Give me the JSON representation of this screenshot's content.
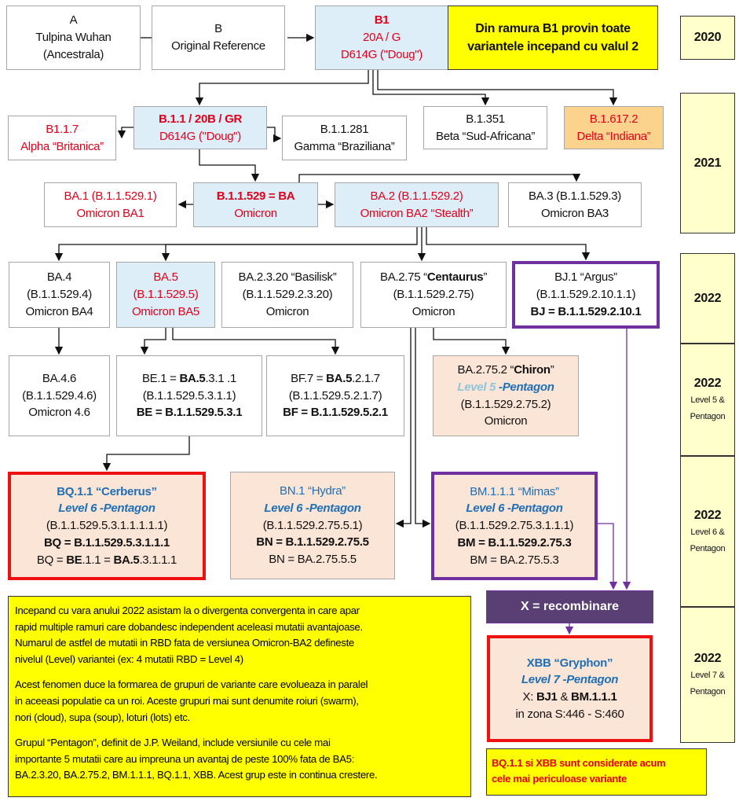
{
  "boxes": {
    "a": {
      "lines": [
        [
          {
            "t": "A",
            "s": ""
          }
        ],
        [
          {
            "t": "Tulpina Wuhan",
            "s": ""
          }
        ],
        [
          {
            "t": "(Ancestrala)",
            "s": ""
          }
        ]
      ]
    },
    "b": {
      "lines": [
        [
          {
            "t": "B",
            "s": ""
          }
        ],
        [
          {
            "t": "Original Reference",
            "s": ""
          }
        ]
      ]
    },
    "b1": {
      "lines": [
        [
          {
            "t": "B1",
            "s": "rb"
          }
        ],
        [
          {
            "t": "20A / G",
            "s": "r"
          }
        ],
        [
          {
            "t": "D614G (\"Doug\")",
            "s": "r"
          }
        ]
      ]
    },
    "b1note": {
      "lines": [
        [
          {
            "t": "Din ramura B1 provin toate",
            "s": "b"
          }
        ],
        [
          {
            "t": "variantele incepand cu valul 2",
            "s": "b"
          }
        ]
      ]
    },
    "b117": {
      "lines": [
        [
          {
            "t": "B1.1.7",
            "s": "r"
          }
        ],
        [
          {
            "t": "Alpha “Britanica”",
            "s": "r"
          }
        ]
      ]
    },
    "b11": {
      "lines": [
        [
          {
            "t": "B.1.1 / 20B / GR",
            "s": "rb"
          }
        ],
        [
          {
            "t": "D614G (\"Doug\")",
            "s": "r"
          }
        ]
      ]
    },
    "b11281": {
      "lines": [
        [
          {
            "t": "B.1.1.281",
            "s": ""
          }
        ],
        [
          {
            "t": "Gamma “Braziliana”",
            "s": ""
          }
        ]
      ]
    },
    "b1351": {
      "lines": [
        [
          {
            "t": "B.1.351",
            "s": ""
          }
        ],
        [
          {
            "t": "Beta “Sud-Africana”",
            "s": ""
          }
        ]
      ]
    },
    "b16172": {
      "lines": [
        [
          {
            "t": "B.1.617.2",
            "s": "r"
          }
        ],
        [
          {
            "t": "Delta “Indiana”",
            "s": "r"
          }
        ]
      ]
    },
    "ba1": {
      "lines": [
        [
          {
            "t": "BA.1 (B.1.1.529.1)",
            "s": "r"
          }
        ],
        [
          {
            "t": "Omicron BA1",
            "s": "r"
          }
        ]
      ]
    },
    "b11529": {
      "lines": [
        [
          {
            "t": "B.1.1.529 = BA",
            "s": "rb"
          }
        ],
        [
          {
            "t": "Omicron",
            "s": "r"
          }
        ]
      ]
    },
    "ba2": {
      "lines": [
        [
          {
            "t": "BA.2 (B.1.1.529.2)",
            "s": "r"
          }
        ],
        [
          {
            "t": "Omicron BA2 “Stealth”",
            "s": "r"
          }
        ]
      ]
    },
    "ba3": {
      "lines": [
        [
          {
            "t": "BA.3 (B.1.1.529.3)",
            "s": ""
          }
        ],
        [
          {
            "t": "Omicron BA3",
            "s": ""
          }
        ]
      ]
    },
    "ba4": {
      "lines": [
        [
          {
            "t": "BA.4",
            "s": ""
          }
        ],
        [
          {
            "t": "(B.1.1.529.4)",
            "s": ""
          }
        ],
        [
          {
            "t": "Omicron BA4",
            "s": ""
          }
        ]
      ]
    },
    "ba5": {
      "lines": [
        [
          {
            "t": "BA.5",
            "s": "r"
          }
        ],
        [
          {
            "t": "(B.1.1.529.5)",
            "s": "r"
          }
        ],
        [
          {
            "t": "Omicron BA5",
            "s": "r"
          }
        ]
      ]
    },
    "ba2320": {
      "lines": [
        [
          {
            "t": "BA.2.3.20 “Basilisk”",
            "s": ""
          }
        ],
        [
          {
            "t": "(B.1.1.529.2.3.20)",
            "s": ""
          }
        ],
        [
          {
            "t": "Omicron",
            "s": ""
          }
        ]
      ]
    },
    "ba275": {
      "lines": [
        [
          {
            "t": "BA.2.75 “",
            "s": ""
          },
          {
            "t": "Centaurus",
            "s": "b"
          },
          {
            "t": "”",
            "s": ""
          }
        ],
        [
          {
            "t": "(B.1.1.529.2.75)",
            "s": ""
          }
        ],
        [
          {
            "t": "Omicron",
            "s": ""
          }
        ]
      ]
    },
    "bj1": {
      "lines": [
        [
          {
            "t": "BJ.1 “Argus”",
            "s": ""
          }
        ],
        [
          {
            "t": "(B.1.1.529.2.10.1.1)",
            "s": ""
          }
        ],
        [
          {
            "t": "BJ = B.1.1.529.2.10.1",
            "s": "b"
          }
        ]
      ]
    },
    "ba46": {
      "lines": [
        [
          {
            "t": "BA.4.6",
            "s": ""
          }
        ],
        [
          {
            "t": "(B.1.1.529.4.6)",
            "s": ""
          }
        ],
        [
          {
            "t": "Omicron 4.6",
            "s": ""
          }
        ]
      ]
    },
    "be1": {
      "lines": [
        [
          {
            "t": "BE.1 = ",
            "s": ""
          },
          {
            "t": "BA.5",
            "s": "b"
          },
          {
            "t": ".3.1 .1",
            "s": ""
          }
        ],
        [
          {
            "t": "(B.1.1.529.5.3.1.1)",
            "s": ""
          }
        ],
        [
          {
            "t": "BE = B.1.1.529.5.3.1",
            "s": "b"
          }
        ]
      ]
    },
    "bf7": {
      "lines": [
        [
          {
            "t": "BF.7 = ",
            "s": ""
          },
          {
            "t": "BA.5",
            "s": "b"
          },
          {
            "t": ".2.1.7",
            "s": ""
          }
        ],
        [
          {
            "t": "(B.1.1.529.5.2.1.7)",
            "s": ""
          }
        ],
        [
          {
            "t": "BF = B.1.1.529.5.2.1",
            "s": "b"
          }
        ]
      ]
    },
    "chiron": {
      "lines": [
        [
          {
            "t": "BA.2.75.2 “",
            "s": ""
          },
          {
            "t": "Chiron",
            "s": "b"
          },
          {
            "t": "”",
            "s": ""
          }
        ],
        [
          {
            "t": "Level 5 ",
            "s": "lbi"
          },
          {
            "t": "-Pentagon",
            "s": "bli"
          }
        ],
        [
          {
            "t": "(B.1.1.529.2.75.2)",
            "s": ""
          }
        ],
        [
          {
            "t": "Omicron",
            "s": ""
          }
        ]
      ]
    },
    "bq11": {
      "lines": [
        [
          {
            "t": "BQ.1.1 “Cerberus”",
            "s": "blb"
          }
        ],
        [
          {
            "t": "Level 6 -Pentagon",
            "s": "bli"
          }
        ],
        [
          {
            "t": "(B.1.1.529.5.3.1.1.1.1.1)",
            "s": ""
          }
        ],
        [
          {
            "t": "BQ = B.1.1.529.5.3.1.1.1",
            "s": "b"
          }
        ],
        [
          {
            "t": "BQ = ",
            "s": ""
          },
          {
            "t": "BE",
            "s": "b"
          },
          {
            "t": ".1.1 = ",
            "s": ""
          },
          {
            "t": "BA.5",
            "s": "b"
          },
          {
            "t": ".3.1.1.1",
            "s": ""
          }
        ]
      ]
    },
    "bn1": {
      "lines": [
        [
          {
            "t": "BN.1 “Hydra”",
            "s": "bl"
          }
        ],
        [
          {
            "t": "Level 6 -Pentagon",
            "s": "bli"
          }
        ],
        [
          {
            "t": "(B.1.1.529.2.75.5.1)",
            "s": ""
          }
        ],
        [
          {
            "t": "BN = B.1.1.529.2.75.5",
            "s": "b"
          }
        ],
        [
          {
            "t": "BN = BA.2.75.5.5",
            "s": ""
          }
        ]
      ]
    },
    "bm111": {
      "lines": [
        [
          {
            "t": "BM.1.1.1 “Mimas”",
            "s": "bl"
          }
        ],
        [
          {
            "t": "Level 6 -Pentagon",
            "s": "bli"
          }
        ],
        [
          {
            "t": "(B.1.1.529.2.75.3.1.1.1)",
            "s": ""
          }
        ],
        [
          {
            "t": "BM = B.1.1.529.2.75.3",
            "s": "b"
          }
        ],
        [
          {
            "t": "BM = BA.2.75.5.3",
            "s": ""
          }
        ]
      ]
    },
    "xbb": {
      "lines": [
        [
          {
            "t": "XBB “Gryphon”",
            "s": "blb"
          }
        ],
        [
          {
            "t": "Level 7 -Pentagon",
            "s": "bli"
          }
        ],
        [
          {
            "t": "X: ",
            "s": ""
          },
          {
            "t": "BJ1",
            "s": "b"
          },
          {
            "t": " & ",
            "s": ""
          },
          {
            "t": "BM.1.1.1",
            "s": "b"
          }
        ],
        [
          {
            "t": "in zona S:446 - S:460",
            "s": ""
          }
        ]
      ]
    }
  },
  "recombination_label": "X = recombinare",
  "timeline": [
    {
      "year": "2020",
      "sub": []
    },
    {
      "year": "2021",
      "sub": []
    },
    {
      "year": "2022",
      "sub": []
    },
    {
      "year": "2022",
      "sub": [
        "Level 5 &",
        "Pentagon"
      ]
    },
    {
      "year": "2022",
      "sub": [
        "Level 6 &",
        "Pentagon"
      ]
    },
    {
      "year": "2022",
      "sub": [
        "Level 7 &",
        "Pentagon"
      ]
    }
  ],
  "note": {
    "p1": [
      "Incepand cu vara anului 2022 asistam la o divergenta convergenta in care apar",
      "rapid multiple ramuri care dobandesc independent aceleasi mutatii avantajoase.",
      "Numarul de astfel de mutatii in RBD fata de versiunea Omicron-BA2 defineste",
      "nivelul (Level) variantei (ex: 4 mutatii RBD = Level 4)"
    ],
    "p2": [
      "Acest fenomen duce la formarea de grupuri de variante care evolueaza in paralel",
      "in aceeasi populatie ca un roi. Aceste grupuri mai sunt denumite roiuri (swarm),",
      "nori (cloud), supa (soup), loturi (lots) etc."
    ],
    "p3": [
      "Grupul “Pentagon”, definit de J.P. Weiland, include versiunile cu cele mai",
      "importante 5 mutatii care au impreuna un avantaj de peste 100% fata de BA5:",
      "BA.2.3.20, BA.2.75.2, BM.1.1.1, BQ.1.1, XBB. Acest grup este in continua crestere."
    ]
  },
  "warning": [
    "BQ.1.1 si XBB sunt considerate acum",
    "cele mai periculoase variante"
  ],
  "colors": {
    "red": "#e3001b",
    "blue": "#1f6fb5",
    "purple": "#7030a0",
    "recombination_fill": "#5a3f74",
    "yellow": "#ffff00"
  }
}
